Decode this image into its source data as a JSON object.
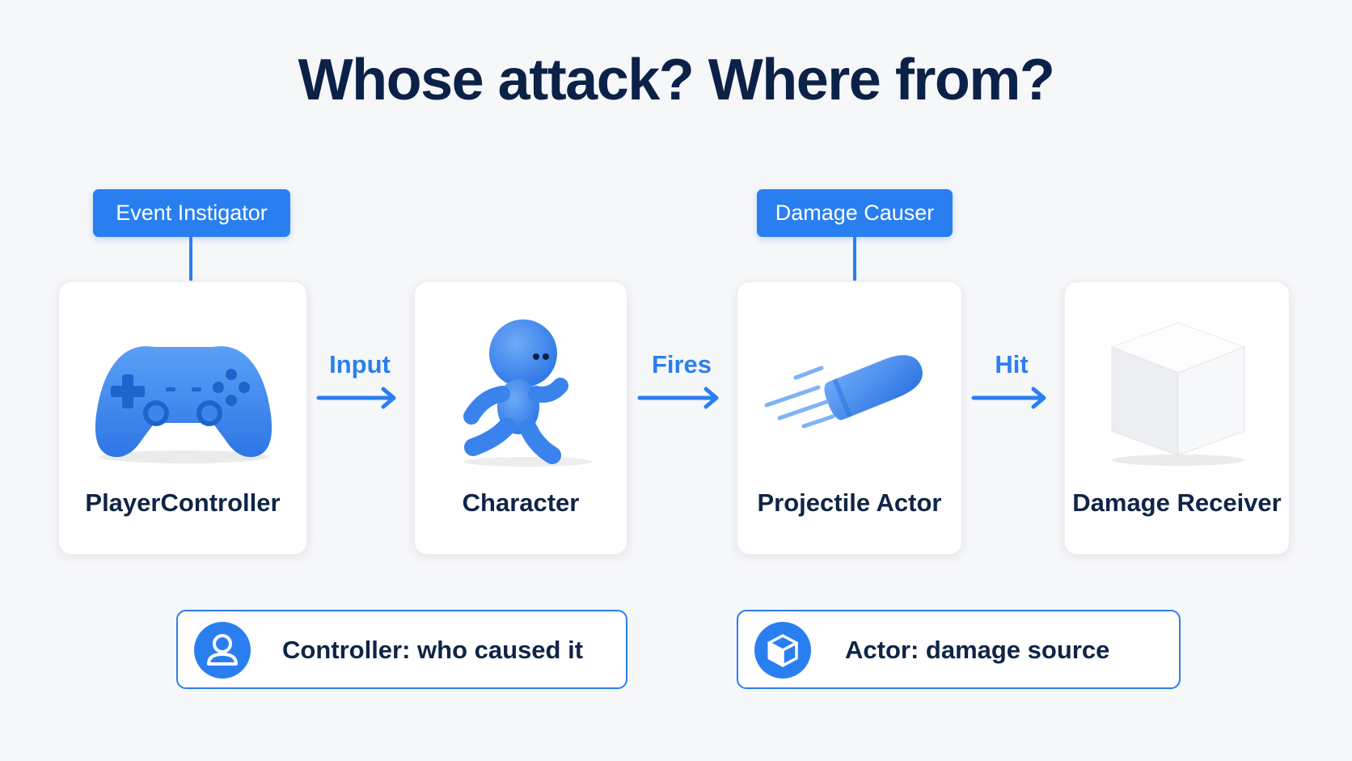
{
  "title": "Whose attack? Where from?",
  "tags": {
    "instigator": "Event Instigator",
    "causer": "Damage Causer"
  },
  "nodes": [
    {
      "label": "PlayerController",
      "icon": "gamepad-icon"
    },
    {
      "label": "Character",
      "icon": "running-figure-icon"
    },
    {
      "label": "Projectile Actor",
      "icon": "projectile-icon"
    },
    {
      "label": "Damage Receiver",
      "icon": "cube-icon"
    }
  ],
  "edges": [
    {
      "label": "Input"
    },
    {
      "label": "Fires"
    },
    {
      "label": "Hit"
    }
  ],
  "legend": [
    {
      "text": "Controller: who caused it",
      "icon": "user-icon"
    },
    {
      "text": "Actor: damage source",
      "icon": "box-icon"
    }
  ],
  "colors": {
    "accent": "#2a7ff0",
    "title": "#0c2148",
    "text": "#0f2547",
    "background": "#f6f7f9"
  }
}
